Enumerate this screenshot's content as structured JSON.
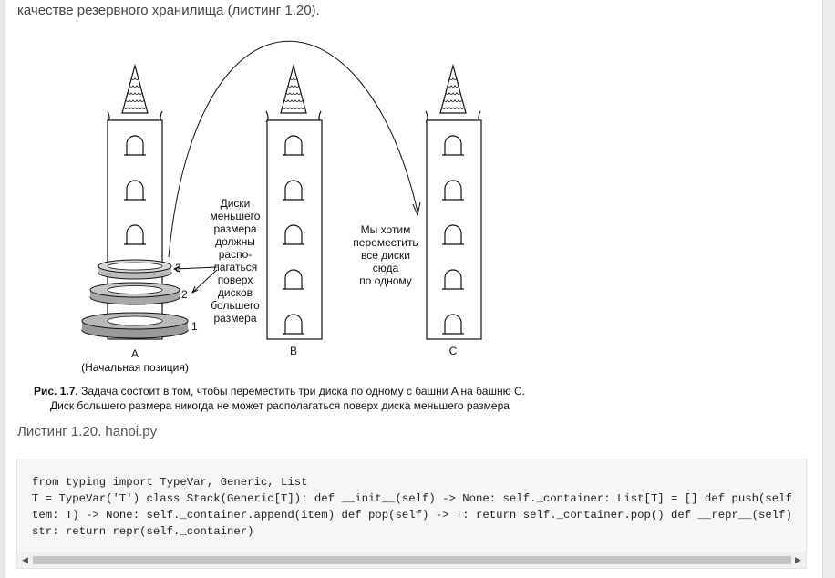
{
  "intro_text": "качестве резервного хранилища (листинг 1.20).",
  "figure": {
    "towers": [
      {
        "label": "A",
        "sublabel": "(Начальная позиция)"
      },
      {
        "label": "B"
      },
      {
        "label": "C"
      }
    ],
    "disk_numbers": [
      "3",
      "2",
      "1"
    ],
    "note_left": [
      "Диски",
      "меньшего",
      "размера",
      "должны",
      "распо-",
      "лагаться",
      "поверх",
      "дисков",
      "большего",
      "размера"
    ],
    "note_right": [
      "Мы хотим",
      "переместить",
      "все диски",
      "сюда",
      "по одному"
    ],
    "caption_label": "Рис. 1.7.",
    "caption_line1": " Задача состоит в том, чтобы переместить три диска по одному с башни A на башню C.",
    "caption_line2": "Диск большего размера никогда не может располагаться поверх диска меньшего размера"
  },
  "listing_title": "Листинг 1.20. hanoi.py",
  "code_lines": [
    "from typing import TypeVar, Generic, List",
    "T = TypeVar('T') class Stack(Generic[T]): def __init__(self) -> None: self._container: List[T] = [] def push(self, i",
    "tem: T) -> None: self._container.append(item) def pop(self) -> T: return self._container.pop() def __repr__(self) ->",
    "str: return repr(self._container)"
  ],
  "scrollbar": {
    "left_arrow": "◀",
    "right_arrow": "▶"
  }
}
